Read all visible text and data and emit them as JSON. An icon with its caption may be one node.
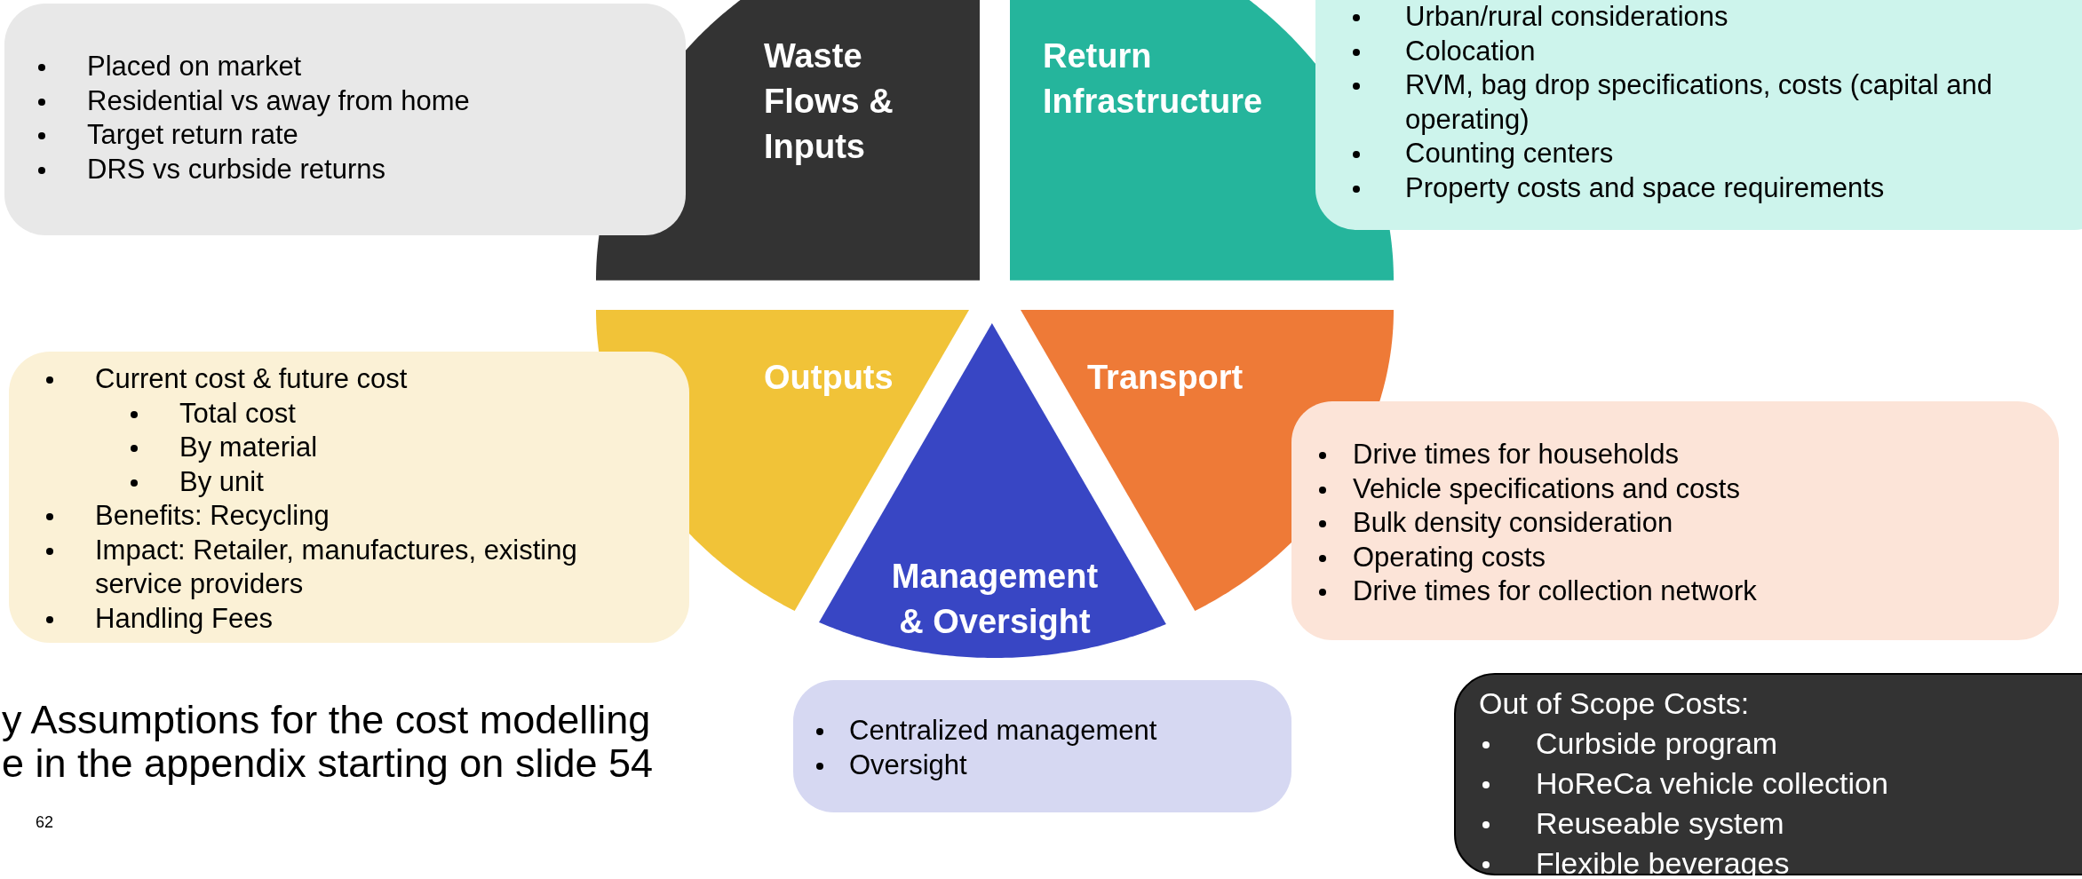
{
  "diagram": {
    "nodes": [
      {
        "text": [
          "Placed on market",
          "Residential vs away from home",
          "Target return rate",
          "DRS vs curbside returns"
        ]
      },
      {
        "text": [
          "Waste Flows & Inputs"
        ]
      },
      {
        "text": [
          "Return Infrastructure"
        ]
      },
      {
        "text": [
          "Urban/rural considerations",
          "Colocation",
          "RVM, bag drop specifications, costs (capital and operating)",
          "Counting centers",
          "Property costs and space requirements"
        ]
      },
      {
        "text": [
          "Current cost & future cost",
          "Total cost",
          "By material",
          "By unit",
          "Benefits: Recycling",
          "Impact: Retailer, manufactures, existing service providers",
          "Handling Fees"
        ]
      },
      {
        "text": [
          "Outputs"
        ]
      },
      {
        "text": [
          "Transport"
        ]
      },
      {
        "text": [
          "Drive times for households",
          "Vehicle specifications and costs",
          "Bulk density consideration",
          "Operating costs",
          "Drive times for collection network"
        ]
      },
      {
        "text": [
          "Management & Oversight"
        ]
      },
      {
        "text": [
          "Centralized management",
          "Oversight"
        ]
      },
      {
        "text": [
          "Out of Scope Costs:",
          "Curbside program",
          "HoReCa vehicle collection",
          "Reuseable system",
          "Flexible beverages"
        ]
      }
    ],
    "edges": [],
    "labels": [
      "y Assumptions for the cost modelling e in the appendix starting on slide 54",
      "62"
    ]
  }
}
